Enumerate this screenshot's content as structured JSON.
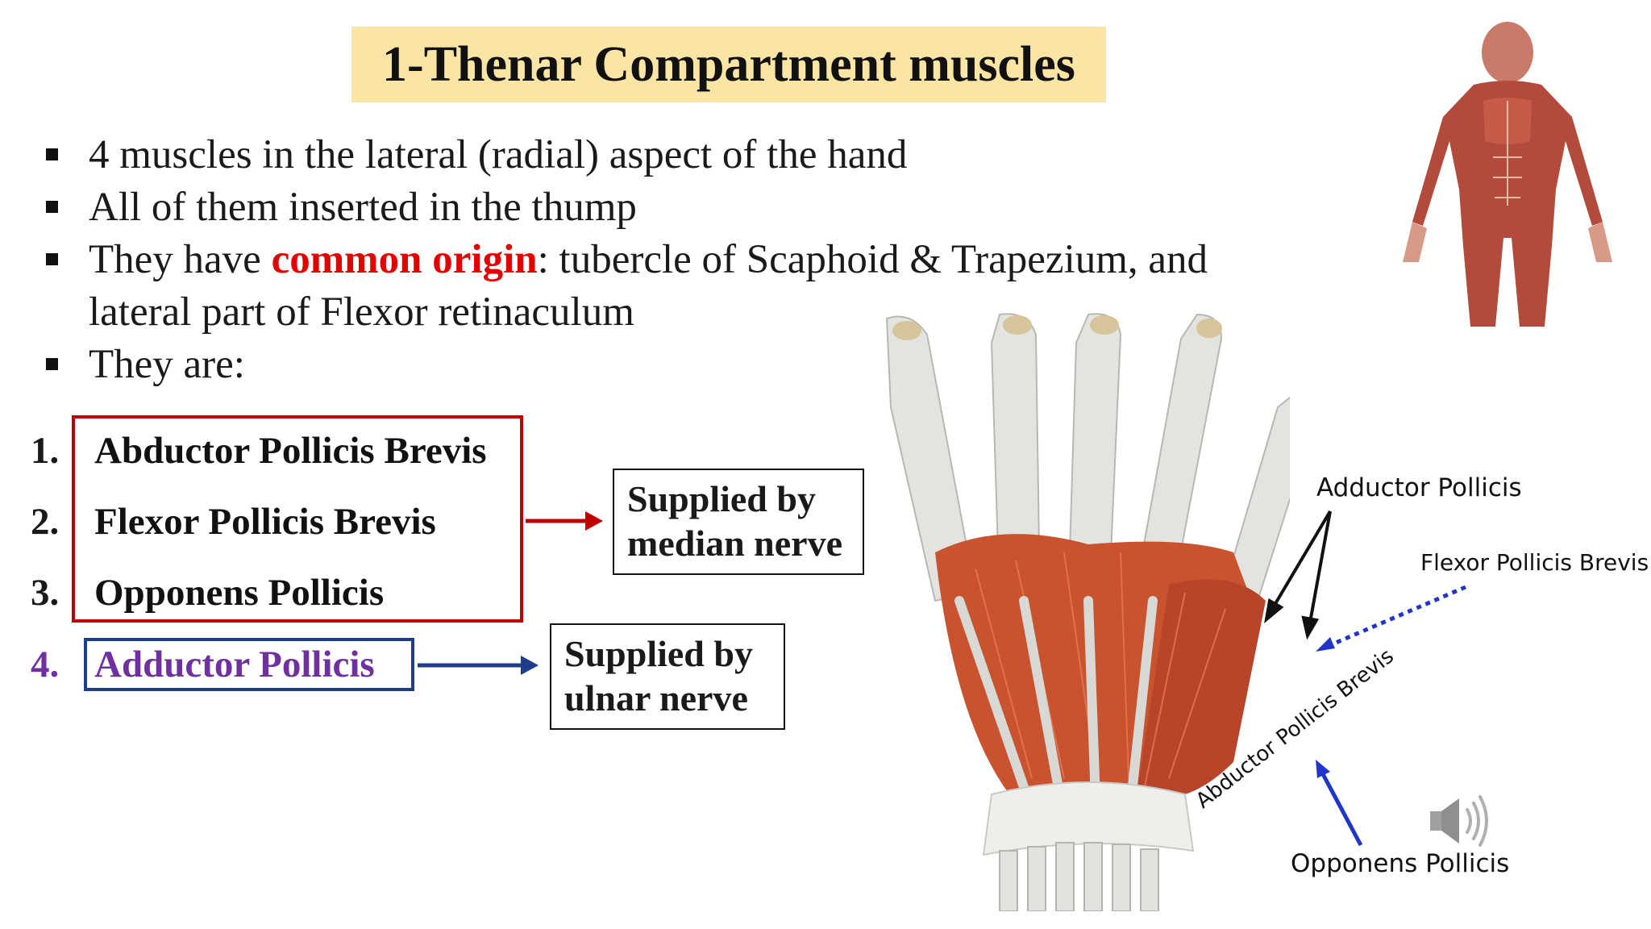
{
  "slide": {
    "title": "1-Thenar Compartment muscles",
    "bullets": {
      "b1": "4 muscles in the lateral (radial) aspect of the hand",
      "b2": "All of them inserted in the thump",
      "b3_pre": "They have ",
      "b3_highlight": "common origin",
      "b3_post": ": tubercle of Scaphoid & Trapezium, and",
      "b3_cont": "lateral part of Flexor retinaculum",
      "b4": "They are:"
    },
    "muscles": [
      {
        "num": "1.",
        "name": "Abductor Pollicis Brevis"
      },
      {
        "num": "2.",
        "name": "Flexor Pollicis Brevis"
      },
      {
        "num": "3.",
        "name": "Opponens Pollicis"
      },
      {
        "num": "4.",
        "name": "Adductor Pollicis"
      }
    ],
    "median_box": {
      "line1": "Supplied by",
      "line2": "median nerve"
    },
    "ulnar_box": {
      "line1": "Supplied by",
      "line2": "ulnar nerve"
    }
  },
  "figure_labels": {
    "adductor": "Adductor Pollicis",
    "flexor": "Flexor Pollicis Brevis",
    "abductor": "Abductor Pollicis Brevis",
    "opponens": "Opponens Pollicis"
  },
  "colors": {
    "title_bg": "#fbe5a4",
    "highlight_red": "#e50000",
    "box_red": "#c00000",
    "box_blue": "#1f3d8a",
    "item4_purple": "#7030a0",
    "muscle_red": "#c8532e"
  },
  "icons": [
    "speaker-icon",
    "human-muscle-figure",
    "hand-anatomy-illustration"
  ]
}
